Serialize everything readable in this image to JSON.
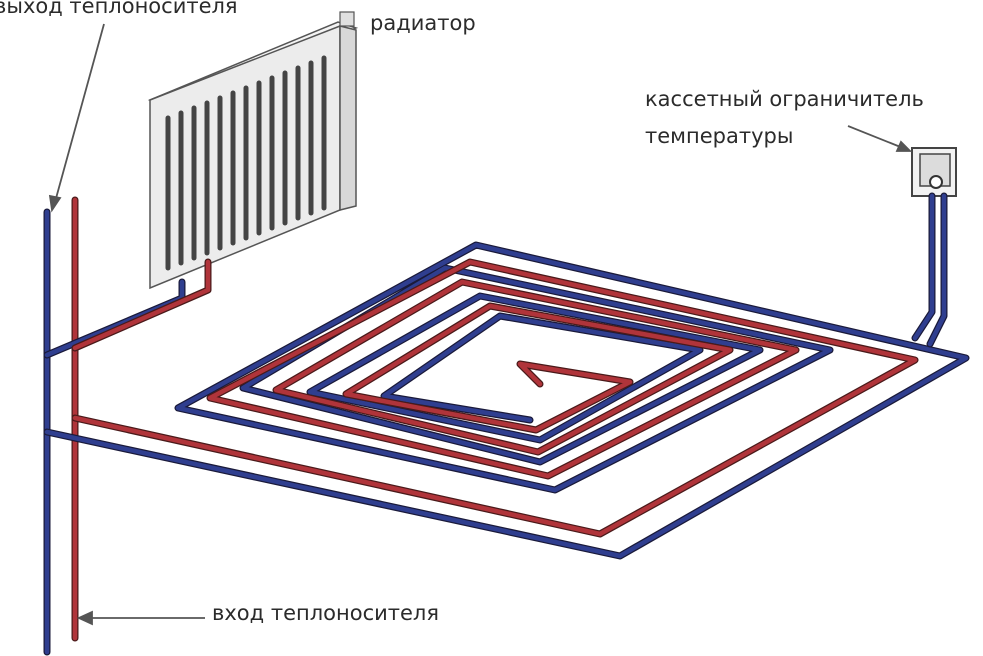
{
  "labels": {
    "outlet": "выход теплоносителя",
    "radiator": "радиатор",
    "limiter_line1": "кассетный ограничитель",
    "limiter_line2": "температуры",
    "inlet": "вход теплоносителя"
  },
  "colors": {
    "supply_pipe": "#b0343a",
    "return_pipe": "#2f3e8f",
    "pipe_outline": "#1a1a3a",
    "radiator_body": "#ececec",
    "radiator_outline": "#555555",
    "arrow": "#555555",
    "text": "#2b2b2b"
  }
}
